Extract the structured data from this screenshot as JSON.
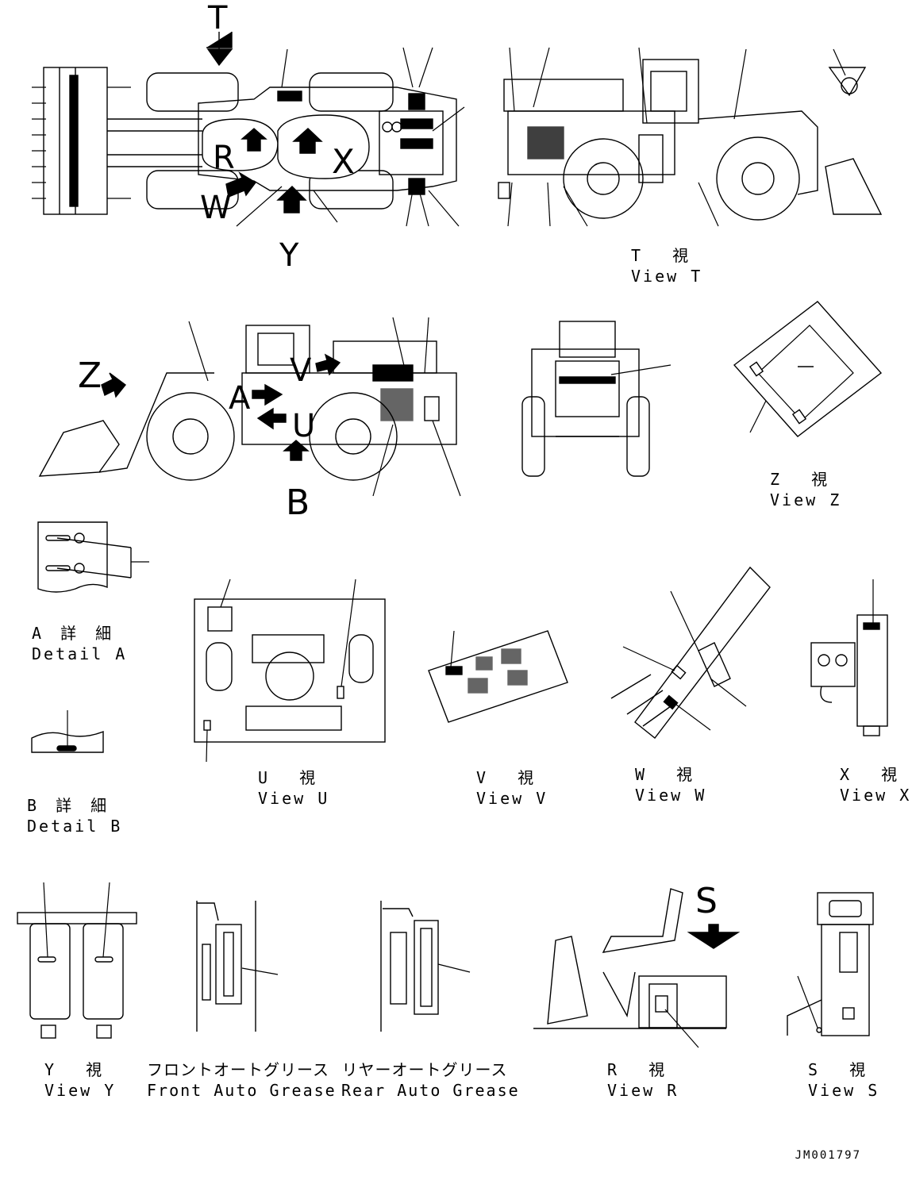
{
  "view_letters": {
    "T": "T",
    "Y": "Y",
    "R": "R",
    "X": "X",
    "W": "W",
    "Z": "Z",
    "A": "A",
    "V": "V",
    "U": "U",
    "B": "B",
    "S": "S"
  },
  "captions": {
    "view_t": {
      "jp": "T 視",
      "en": "View T"
    },
    "view_z": {
      "jp": "Z 視",
      "en": "View Z"
    },
    "detail_a": {
      "jp": "A 詳 細",
      "en": "Detail A"
    },
    "detail_b": {
      "jp": "B 詳 細",
      "en": "Detail B"
    },
    "view_u": {
      "jp": "U 視",
      "en": "View U"
    },
    "view_v": {
      "jp": "V 視",
      "en": "View V"
    },
    "view_w": {
      "jp": "W 視",
      "en": "View W"
    },
    "view_x": {
      "jp": "X 視",
      "en": "View X"
    },
    "view_y": {
      "jp": "Y 視",
      "en": "View Y"
    },
    "front_grease": {
      "jp": "フロントオートグリース",
      "en": "Front Auto Grease"
    },
    "rear_grease": {
      "jp": "リヤーオートグリース",
      "en": "Rear Auto Grease"
    },
    "view_r": {
      "jp": "R 視",
      "en": "View R"
    },
    "view_s": {
      "jp": "S 視",
      "en": "View S"
    }
  },
  "document_id": "JM001797",
  "colors": {
    "ink": "#000000",
    "paper": "#ffffff"
  }
}
